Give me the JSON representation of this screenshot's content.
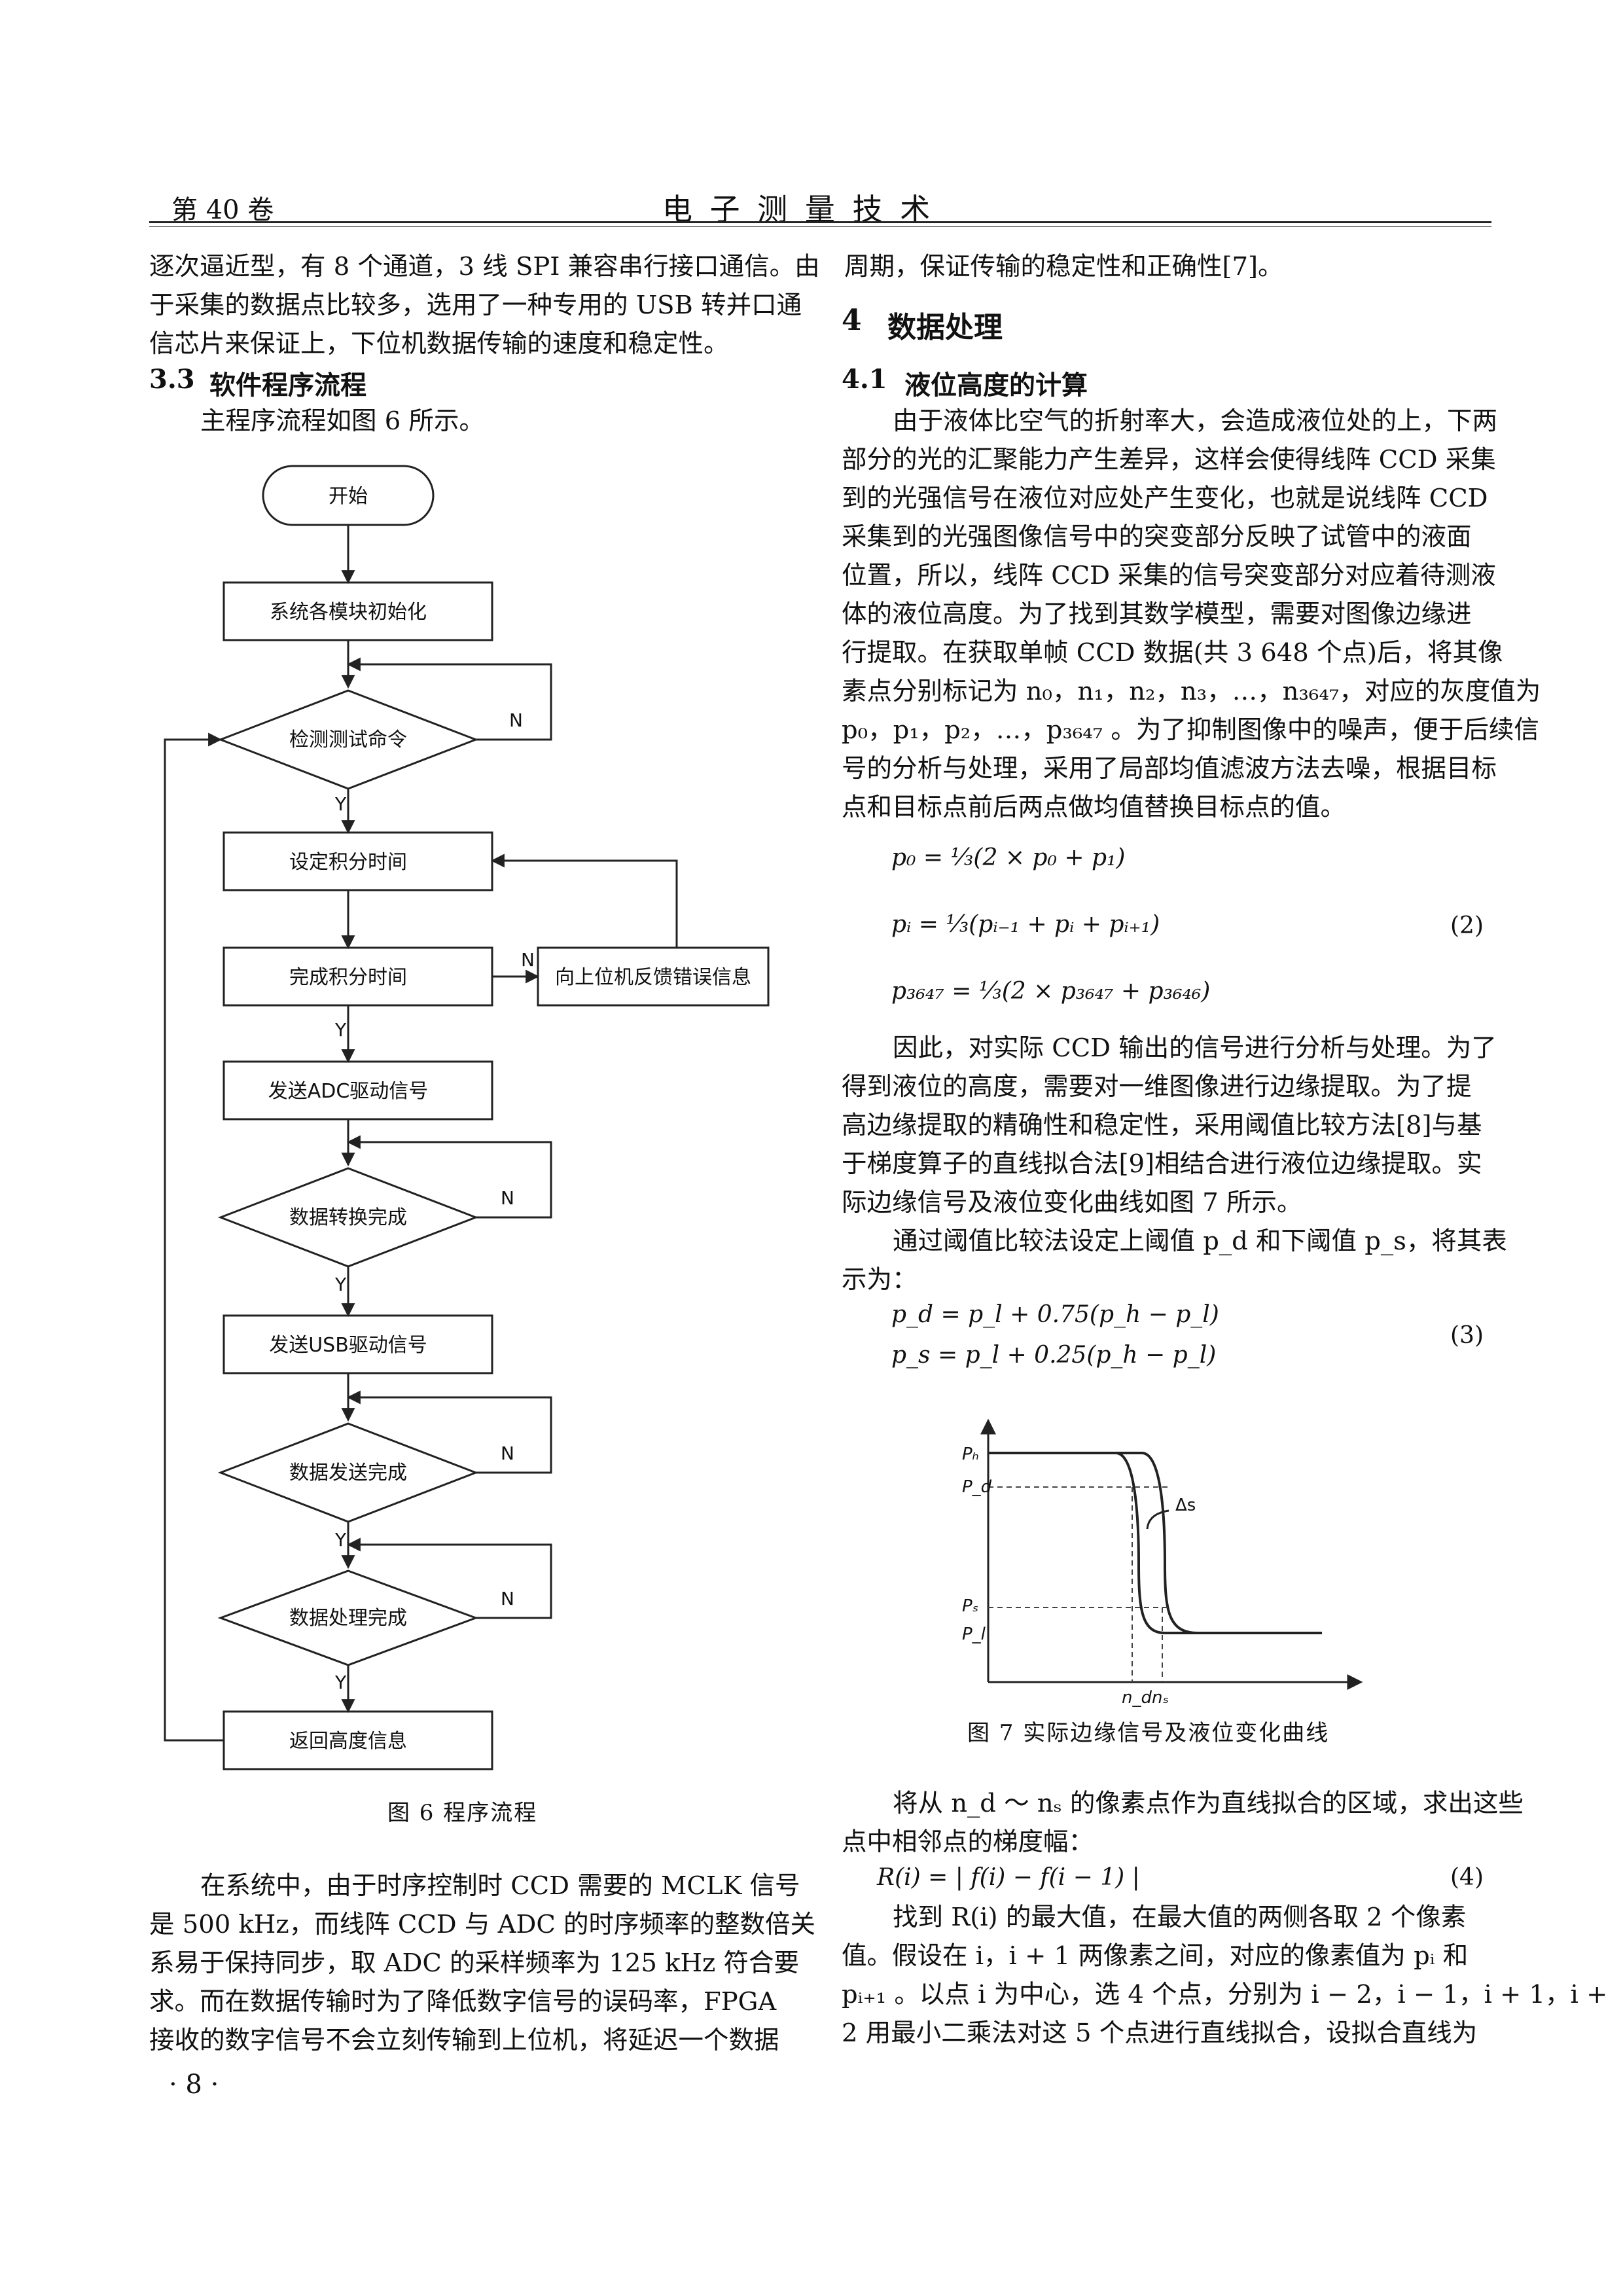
{
  "header": {
    "volume": "第 40 卷",
    "journal": "电 子 测 量 技 术"
  },
  "left": {
    "para1": [
      "逐次逼近型，有 8 个通道，3 线 SPI 兼容串行接口通信。由",
      "于采集的数据点比较多，选用了一种专用的 USB 转并口通",
      "信芯片来保证上，下位机数据传输的速度和稳定性。"
    ],
    "sec33_num": "3.3",
    "sec33_title": "软件程序流程",
    "para2": "主程序流程如图 6 所示。",
    "fig6_caption": "图 6   程序流程",
    "para3": [
      "在系统中，由于时序控制时 CCD 需要的 MCLK 信号",
      "是 500 kHz，而线阵 CCD 与 ADC 的时序频率的整数倍关",
      "系易于保持同步，取 ADC 的采样频率为 125 kHz 符合要",
      "求。而在数据传输时为了降低数字信号的误码率，FPGA",
      "接收的数字信号不会立刻传输到上位机，将延迟一个数据"
    ],
    "page_num": "· 8 ·"
  },
  "flowchart": {
    "start": "开始",
    "init": "系统各模块初始化",
    "detect": "检测测试命令",
    "set_time": "设定积分时间",
    "complete_time": "完成积分时间",
    "feedback": "向上位机反馈错误信息",
    "send_adc": "发送ADC驱动信号",
    "convert_done": "数据转换完成",
    "send_usb": "发送USB驱动信号",
    "send_done": "数据发送完成",
    "process_done": "数据处理完成",
    "return_height": "返回高度信息",
    "yes": "Y",
    "no": "N"
  },
  "right": {
    "para0": "周期，保证传输的稳定性和正确性[7]。",
    "sec4_num": "4",
    "sec4_title": "数据处理",
    "sec41_num": "4.1",
    "sec41_title": "液位高度的计算",
    "para1": [
      "由于液体比空气的折射率大，会造成液位处的上，下两",
      "部分的光的汇聚能力产生差异，这样会使得线阵 CCD 采集",
      "到的光强信号在液位对应处产生变化，也就是说线阵 CCD",
      "采集到的光强图像信号中的突变部分反映了试管中的液面",
      "位置，所以，线阵 CCD 采集的信号突变部分对应着待测液",
      "体的液位高度。为了找到其数学模型，需要对图像边缘进",
      "行提取。在获取单帧 CCD 数据(共 3 648 个点)后，将其像",
      "素点分别标记为 n₀，n₁，n₂，n₃，…，n₃₆₄₇，对应的灰度值为",
      "p₀，p₁，p₂，…，p₃₆₄₇ 。为了抑制图像中的噪声，便于后续信",
      "号的分析与处理，采用了局部均值滤波方法去噪，根据目标",
      "点和目标点前后两点做均值替换目标点的值。"
    ],
    "eq2": [
      "p₀ = ⅓(2 × p₀ + p₁)",
      "pᵢ = ⅓(pᵢ₋₁ + pᵢ + pᵢ₊₁)",
      "p₃₆₄₇ = ⅓(2 × p₃₆₄₇ + p₃₆₄₆)"
    ],
    "eq2_num": "(2)",
    "para2": [
      "因此，对实际 CCD 输出的信号进行分析与处理。为了",
      "得到液位的高度，需要对一维图像进行边缘提取。为了提",
      "高边缘提取的精确性和稳定性，采用阈值比较方法[8]与基",
      "于梯度算子的直线拟合法[9]相结合进行液位边缘提取。实",
      "际边缘信号及液位变化曲线如图 7 所示。"
    ],
    "para3": [
      "通过阈值比较法设定上阈值 p_d 和下阈值 p_s，将其表",
      "示为："
    ],
    "eq3": [
      "p_d = p_l + 0.75(p_h − p_l)",
      "p_s = p_l + 0.25(p_h − p_l)"
    ],
    "eq3_num": "(3)",
    "fig7_caption": "图 7   实际边缘信号及液位变化曲线",
    "fig7_labels": {
      "ph": "Pₕ",
      "pd": "P_d",
      "ps": "Pₛ",
      "pl": "P_l",
      "nd": "n_d",
      "ns": "nₛ",
      "ds": "Δs"
    },
    "para4": [
      "将从 n_d ～ nₛ 的像素点作为直线拟合的区域，求出这些",
      "点中相邻点的梯度幅："
    ],
    "eq4": "R(i) = | f(i) − f(i − 1) |",
    "eq4_num": "(4)",
    "para5": [
      "找到 R(i) 的最大值，在最大值的两侧各取 2 个像素",
      "值。假设在 i，i + 1 两像素之间，对应的像素值为 pᵢ 和",
      "pᵢ₊₁ 。以点 i 为中心，选 4 个点，分别为 i − 2，i − 1，i + 1，i +",
      "2 用最小二乘法对这 5 个点进行直线拟合，设拟合直线为"
    ]
  }
}
